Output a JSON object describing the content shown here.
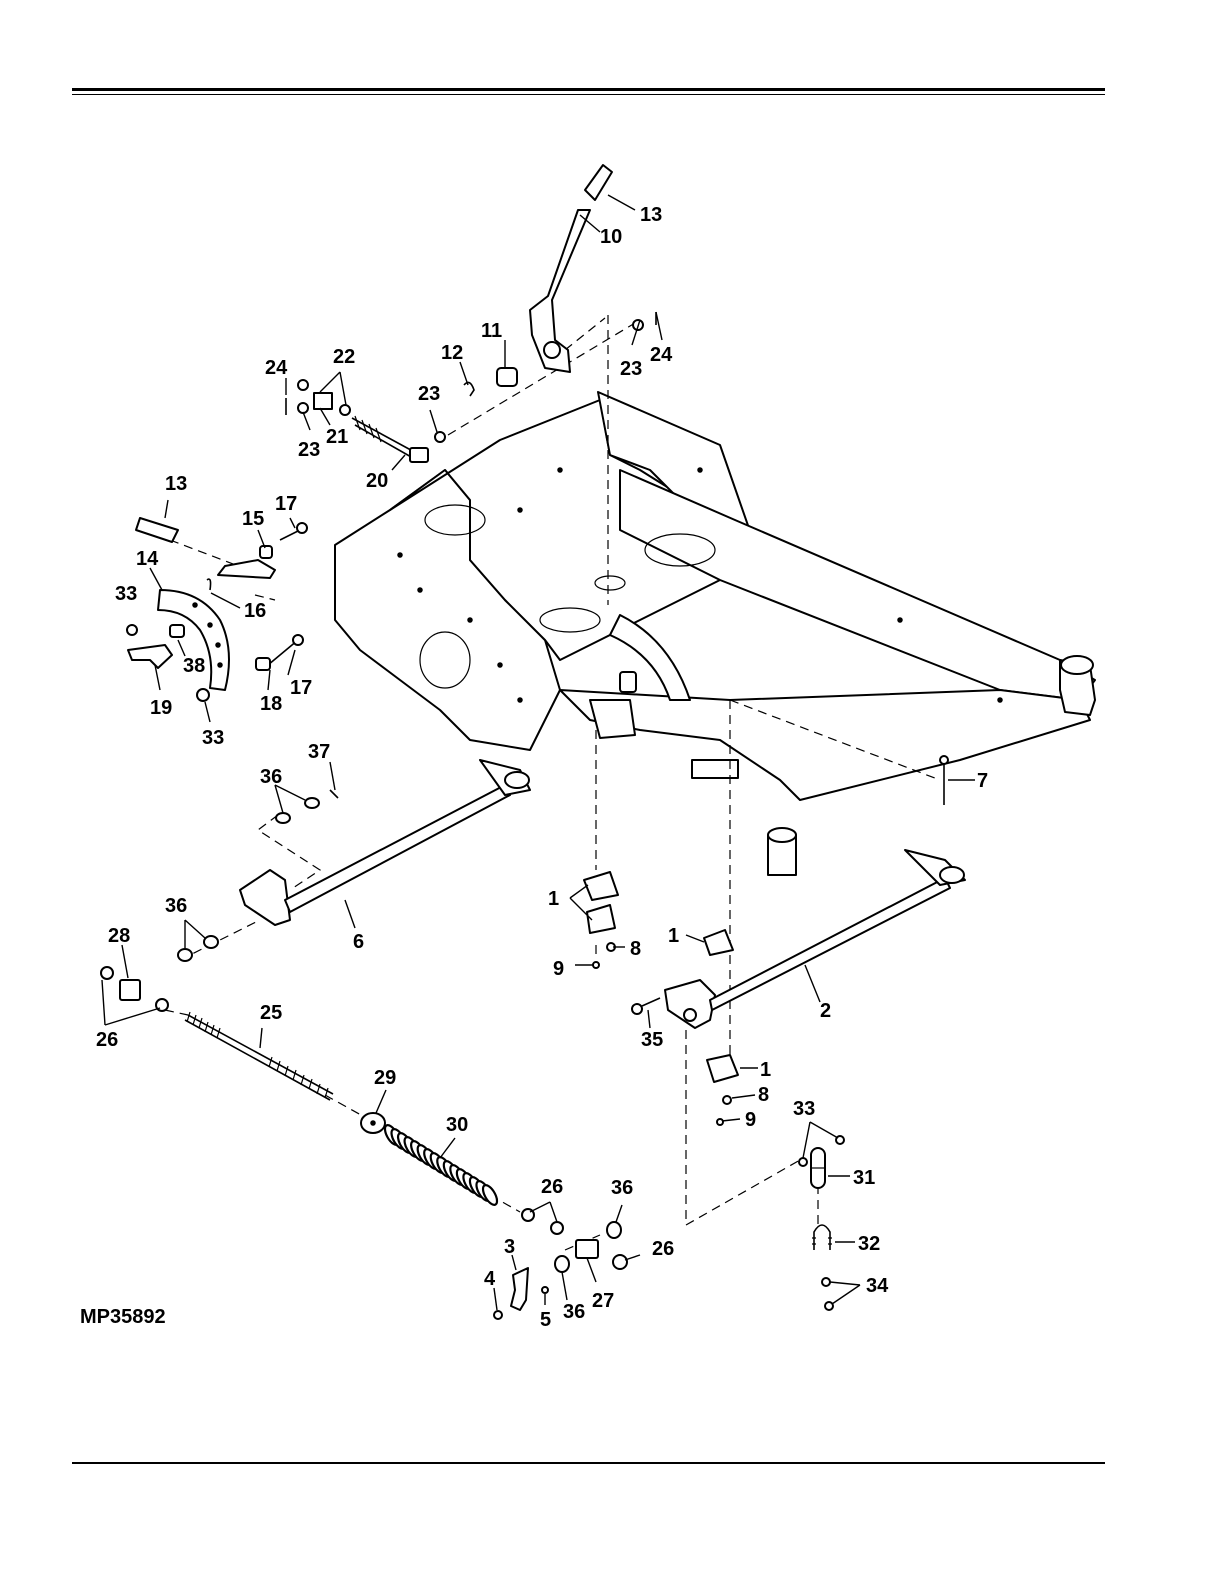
{
  "figure_id": "MP35892",
  "callouts": [
    {
      "id": "c13a",
      "label": "13"
    },
    {
      "id": "c10",
      "label": "10"
    },
    {
      "id": "c11",
      "label": "11"
    },
    {
      "id": "c12",
      "label": "12"
    },
    {
      "id": "c23a",
      "label": "23"
    },
    {
      "id": "c24a",
      "label": "24"
    },
    {
      "id": "c22",
      "label": "22"
    },
    {
      "id": "c24b",
      "label": "24"
    },
    {
      "id": "c23b",
      "label": "23"
    },
    {
      "id": "c23c",
      "label": "23"
    },
    {
      "id": "c21",
      "label": "21"
    },
    {
      "id": "c20",
      "label": "20"
    },
    {
      "id": "c13b",
      "label": "13"
    },
    {
      "id": "c15",
      "label": "15"
    },
    {
      "id": "c17a",
      "label": "17"
    },
    {
      "id": "c14",
      "label": "14"
    },
    {
      "id": "c33a",
      "label": "33"
    },
    {
      "id": "c16",
      "label": "16"
    },
    {
      "id": "c38",
      "label": "38"
    },
    {
      "id": "c17b",
      "label": "17"
    },
    {
      "id": "c18",
      "label": "18"
    },
    {
      "id": "c19",
      "label": "19"
    },
    {
      "id": "c33b",
      "label": "33"
    },
    {
      "id": "c37",
      "label": "37"
    },
    {
      "id": "c36a",
      "label": "36"
    },
    {
      "id": "c7",
      "label": "7"
    },
    {
      "id": "c36b",
      "label": "36"
    },
    {
      "id": "c28",
      "label": "28"
    },
    {
      "id": "c6",
      "label": "6"
    },
    {
      "id": "c1a",
      "label": "1"
    },
    {
      "id": "c8a",
      "label": "8"
    },
    {
      "id": "c9a",
      "label": "9"
    },
    {
      "id": "c1b",
      "label": "1"
    },
    {
      "id": "c2",
      "label": "2"
    },
    {
      "id": "c26a",
      "label": "26"
    },
    {
      "id": "c25",
      "label": "25"
    },
    {
      "id": "c35",
      "label": "35"
    },
    {
      "id": "c1c",
      "label": "1"
    },
    {
      "id": "c8b",
      "label": "8"
    },
    {
      "id": "c29",
      "label": "29"
    },
    {
      "id": "c9b",
      "label": "9"
    },
    {
      "id": "c33c",
      "label": "33"
    },
    {
      "id": "c30",
      "label": "30"
    },
    {
      "id": "c31",
      "label": "31"
    },
    {
      "id": "c26b",
      "label": "26"
    },
    {
      "id": "c36c",
      "label": "36"
    },
    {
      "id": "c26c",
      "label": "26"
    },
    {
      "id": "c32",
      "label": "32"
    },
    {
      "id": "c3",
      "label": "3"
    },
    {
      "id": "c4",
      "label": "4"
    },
    {
      "id": "c34",
      "label": "34"
    },
    {
      "id": "c27",
      "label": "27"
    },
    {
      "id": "c5",
      "label": "5"
    },
    {
      "id": "c36d",
      "label": "36"
    }
  ]
}
